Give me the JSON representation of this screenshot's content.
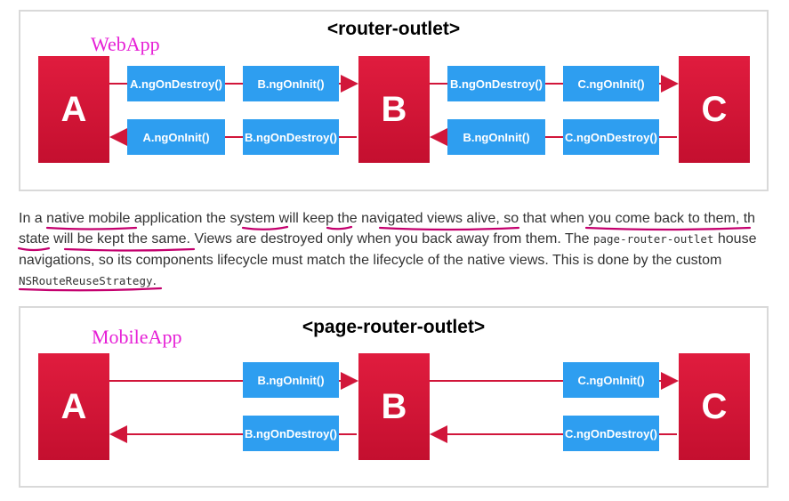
{
  "web_panel": {
    "title": "<router-outlet>",
    "app_label": "WebApp",
    "nodes": [
      "A",
      "B",
      "C"
    ],
    "hooks": {
      "top_left_1": "A.ngOnDestroy()",
      "top_left_2": "B.ngOnInit()",
      "top_right_1": "B.ngOnDestroy()",
      "top_right_2": "C.ngOnInit()",
      "bottom_left_1": "A.ngOnInit()",
      "bottom_left_2": "B.ngOnDestroy()",
      "bottom_right_1": "B.ngOnInit()",
      "bottom_right_2": "C.ngOnDestroy()"
    }
  },
  "paragraph": {
    "line1_parts": [
      "In a ",
      "native mobile",
      " application the ",
      "system",
      " will ",
      "keep",
      " the ",
      "navigated views alive",
      ", so that ",
      "when you come back to them",
      ", th"
    ],
    "line2_parts": [
      "state",
      " ",
      "will be kept the same",
      ". Views are destroyed only when you back away from them. The ",
      "page-router-outlet",
      " house"
    ],
    "line3": "navigations, so its components lifecycle must match the lifecycle of the native views. This is done by the custom",
    "line4_code": "NSRouteReuseStrategy",
    "line4_tail": "."
  },
  "mobile_panel": {
    "title": "<page-router-outlet>",
    "app_label": "MobileApp",
    "nodes": [
      "A",
      "B",
      "C"
    ],
    "hooks": {
      "top_left": "B.ngOnInit()",
      "top_right": "C.ngOnInit()",
      "bottom_left": "B.ngOnDestroy()",
      "bottom_right": "C.ngOnDestroy()"
    }
  },
  "colors": {
    "node": "#d1163a",
    "hook": "#2e9ef0",
    "arrow": "#d1163a",
    "annotation": "#e620d6",
    "underline": "#c4006e"
  }
}
